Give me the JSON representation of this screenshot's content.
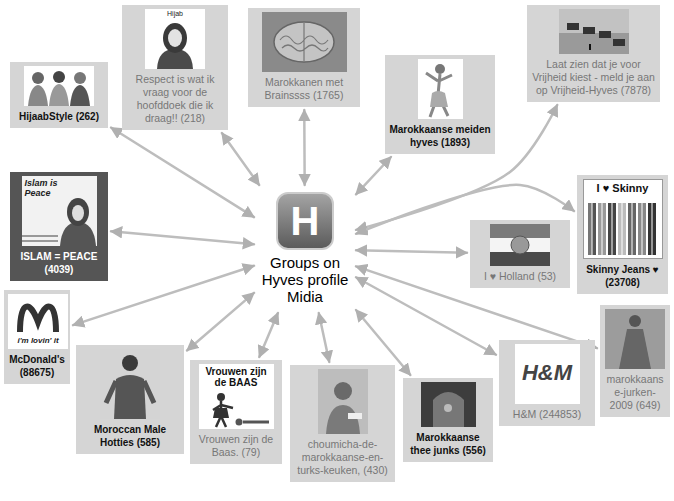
{
  "diagram": {
    "nodes": [
      {
        "text": [
          "HijaabStyle (262)"
        ]
      },
      {
        "text": [
          "Respect is wat ik vraag voor de hoofddoek die ik draag!! (218)"
        ]
      },
      {
        "text": [
          "Marokkanen met Brainssss (1765)"
        ]
      },
      {
        "text": [
          "Marokkaanse meiden hyves (1893)"
        ]
      },
      {
        "text": [
          "Laat zien dat je voor Vrijheid kiest - meld je aan op Vrijheid-Hyves (7878)"
        ]
      },
      {
        "text": [
          "Islam is Peace",
          "ISLAM = PEACE (4039)"
        ]
      },
      {
        "text": [
          "Groups on Hyves profile Midia"
        ]
      },
      {
        "text": [
          "I ♥ Holland (53)"
        ]
      },
      {
        "text": [
          "I ♥ Skinny",
          "Skinny Jeans ♥ (23708)"
        ]
      },
      {
        "text": [
          "i'm lovin' it",
          "McDonald's (88675)"
        ]
      },
      {
        "text": [
          "Moroccan Male Hotties (585)"
        ]
      },
      {
        "text": [
          "Vrouwen zijn de BAAS",
          "Vrouwen zijn de Baas. (79)"
        ]
      },
      {
        "text": [
          "choumicha-de-marokkaanse-en-turks-keuken, (430)"
        ]
      },
      {
        "text": [
          "Marokkaanse thee junks (556)"
        ]
      },
      {
        "text": [
          "H&M",
          "H&M (244853)"
        ]
      },
      {
        "text": [
          "marokkaanse-jurken-2009 (649)"
        ]
      }
    ],
    "edges": [
      {
        "from": 6,
        "to": 0,
        "arrow": "both"
      },
      {
        "from": 6,
        "to": 1,
        "arrow": "both"
      },
      {
        "from": 6,
        "to": 2,
        "arrow": "both"
      },
      {
        "from": 6,
        "to": 3,
        "arrow": "both"
      },
      {
        "from": 6,
        "to": 4,
        "arrow": "both"
      },
      {
        "from": 6,
        "to": 5,
        "arrow": "both"
      },
      {
        "from": 6,
        "to": 7,
        "arrow": "both"
      },
      {
        "from": 6,
        "to": 8,
        "arrow": "both"
      },
      {
        "from": 6,
        "to": 9,
        "arrow": "both"
      },
      {
        "from": 6,
        "to": 10,
        "arrow": "both"
      },
      {
        "from": 6,
        "to": 11,
        "arrow": "both"
      },
      {
        "from": 6,
        "to": 12,
        "arrow": "both"
      },
      {
        "from": 6,
        "to": 13,
        "arrow": "both"
      },
      {
        "from": 6,
        "to": 14,
        "arrow": "both"
      },
      {
        "from": 6,
        "to": 15,
        "arrow": "both"
      }
    ],
    "labels": [
      "H",
      "Hijab"
    ]
  }
}
